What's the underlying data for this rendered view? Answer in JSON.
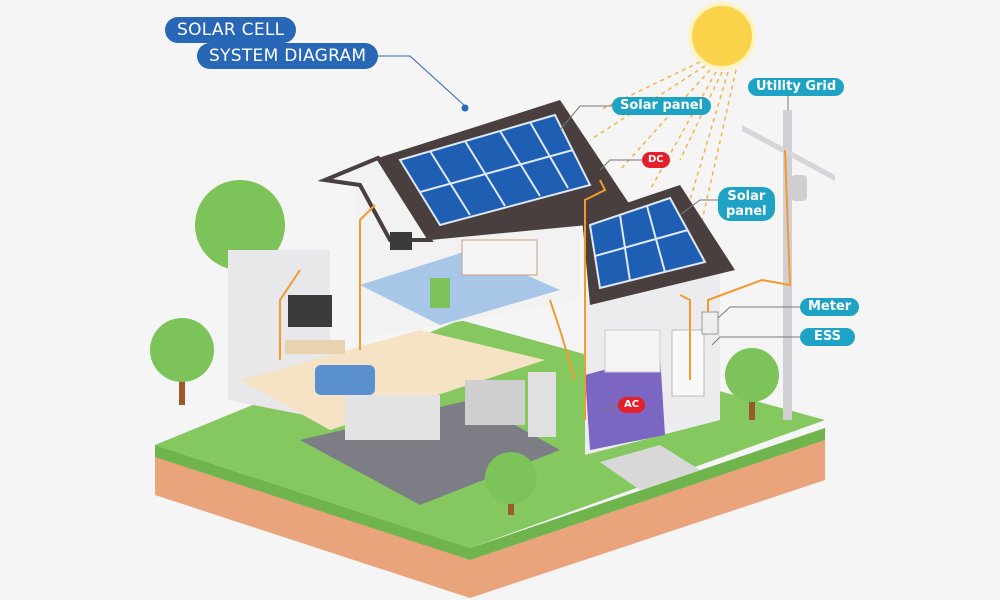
{
  "title": {
    "line1": "SOLAR CELL",
    "line2": "SYSTEM DIAGRAM"
  },
  "labels": {
    "solar_panel_1": "Solar panel",
    "dc": "DC",
    "solar_panel_2_line1": "Solar",
    "solar_panel_2_line2": "panel",
    "utility_grid": "Utility Grid",
    "meter": "Meter",
    "ess": "ESS",
    "ac": "AC"
  },
  "colors": {
    "title_blue": "#2767b5",
    "label_teal": "#1fa3c4",
    "label_red": "#e4202a",
    "wire_orange": "#f29a2e",
    "grass": "#7cc35a",
    "soil": "#e9a57a",
    "panel_blue": "#1e5fb3",
    "roof": "#4a3f3f",
    "sun": "#f7b52a"
  }
}
